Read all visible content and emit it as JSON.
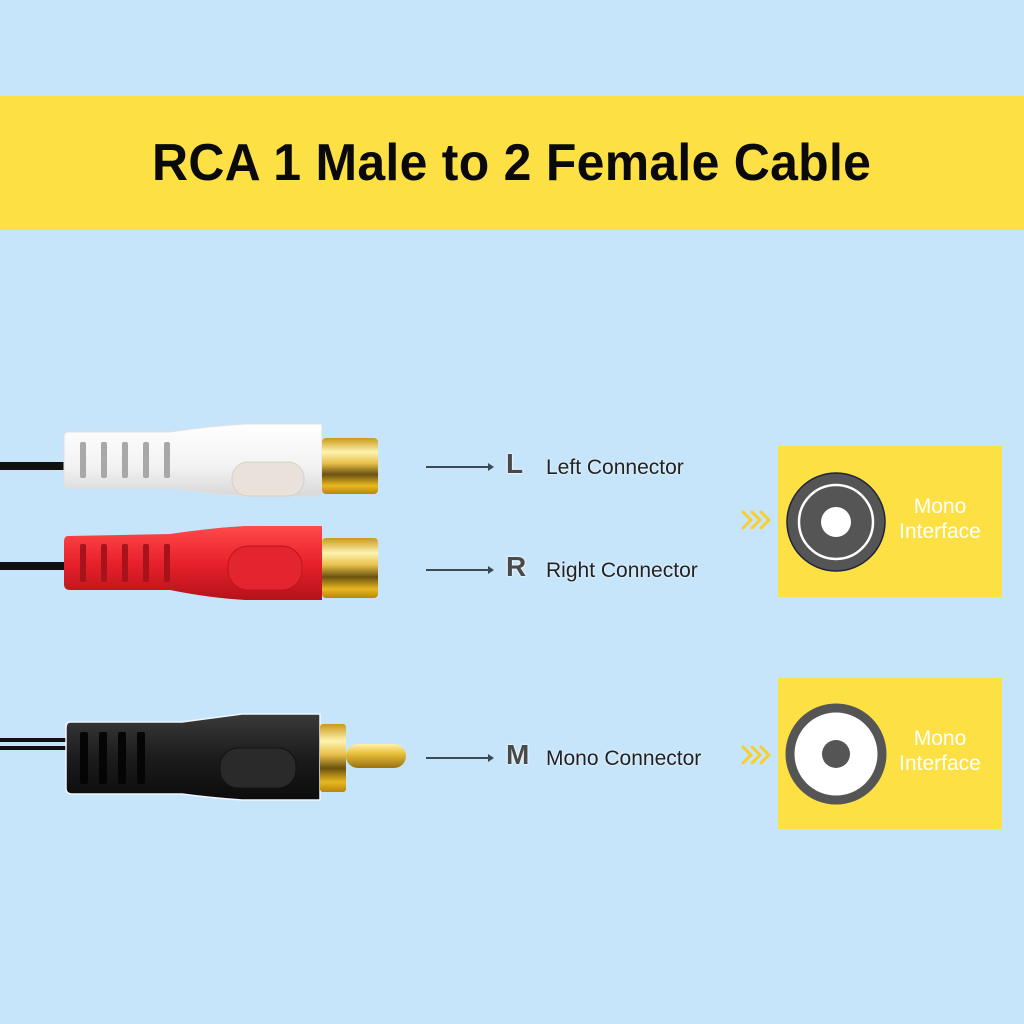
{
  "title": "RCA 1 Male to 2 Female Cable",
  "colors": {
    "background": "#c6e5fb",
    "banner": "#fde044",
    "title_text": "#0a0a0a",
    "white_connector": "#f5f5f5",
    "red_connector": "#e8212b",
    "black_connector": "#1c1c1c",
    "gold": "#e9c14a",
    "interface_dark": "#555555",
    "chevron": "#f7cf2b"
  },
  "connectors": [
    {
      "id": "left",
      "letter": "L",
      "label": "Left Connector",
      "type": "female",
      "color": "white"
    },
    {
      "id": "right",
      "letter": "R",
      "label": "Right Connector",
      "type": "female",
      "color": "red"
    },
    {
      "id": "mono",
      "letter": "M",
      "label": "Mono Connector",
      "type": "male",
      "color": "black"
    }
  ],
  "interfaces": [
    {
      "label_line1": "Mono",
      "label_line2": "Interface",
      "style": "female-jack",
      "chevron_icon": "triple-chevron-right"
    },
    {
      "label_line1": "Mono",
      "label_line2": "Interface",
      "style": "male-plug",
      "chevron_icon": "triple-chevron-right"
    }
  ]
}
